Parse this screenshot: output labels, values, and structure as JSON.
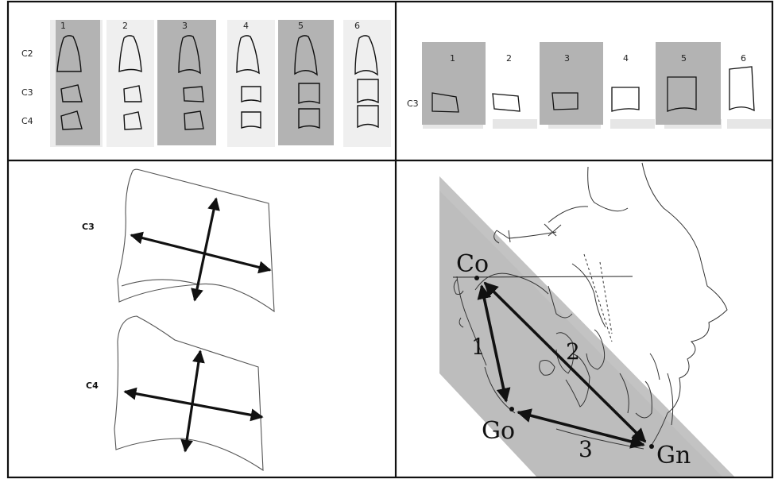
{
  "stages": {
    "numbers": [
      "1",
      "2",
      "3",
      "4",
      "5",
      "6"
    ],
    "vertebra_labels": [
      "C2",
      "C3",
      "C4"
    ],
    "single_label": "C3"
  },
  "measurement": {
    "vertebra_labels": [
      "C3",
      "C4"
    ]
  },
  "cephalometric": {
    "points": [
      "Co",
      "Go",
      "Gn"
    ],
    "lines": [
      "1",
      "2",
      "3"
    ]
  },
  "colors": {
    "panel_shade": "#b3b3b3",
    "strip_light": "#e8e8e8",
    "outline": "#111111",
    "diagonal_band": "#bdbdbd"
  }
}
